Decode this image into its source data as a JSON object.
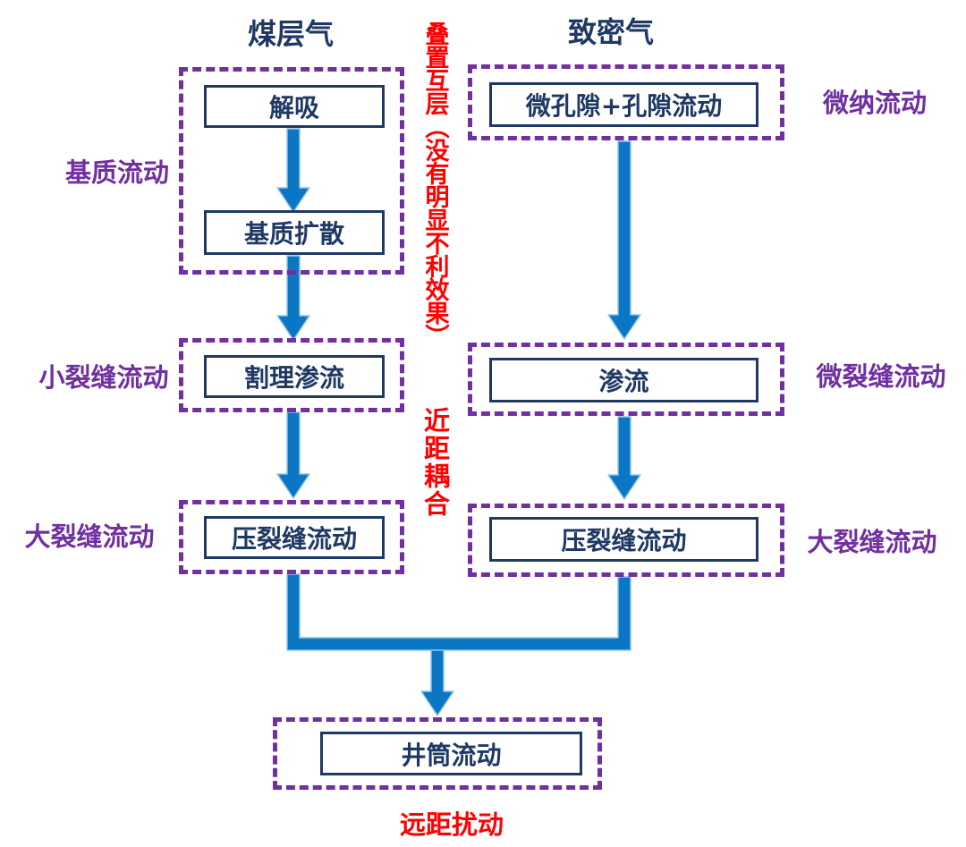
{
  "diagram_title": "",
  "columns": {
    "coalbed": {
      "header": "煤层气",
      "stage_labels": [
        "基质流动",
        "小裂缝流动",
        "大裂缝流动"
      ],
      "boxes": [
        "解吸",
        "基质扩散",
        "割理渗流",
        "压裂缝流动"
      ]
    },
    "tight": {
      "header": "致密气",
      "stage_labels": [
        "微纳流动",
        "微裂缝流动",
        "大裂缝流动"
      ],
      "boxes": [
        "微孔隙+孔隙流动",
        "渗流",
        "压裂缝流动"
      ]
    }
  },
  "shared": {
    "wellbore_box": "井筒流动"
  },
  "annotations": {
    "interbedding": "叠置互层（没有明显不利效果）",
    "near_coupling": "近距耦合",
    "far_disturbance": "远距扰动"
  },
  "colors": {
    "box_border_navy": "#1F3864",
    "frame_purple": "#7030A0",
    "annotation_red": "#FF0000",
    "arrow_blue": "#0B76C4"
  }
}
